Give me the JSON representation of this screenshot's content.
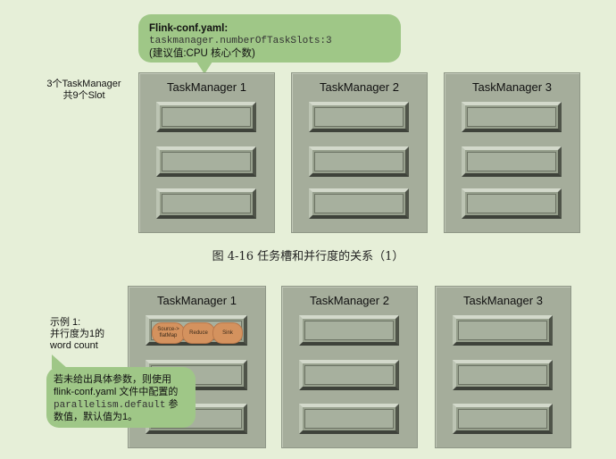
{
  "top_callout": {
    "title": "Flink-conf.yaml:",
    "code": "taskmanager.numberOfTaskSlots:3",
    "note": "(建议值:CPU 核心个数)"
  },
  "top_side_label": [
    "3个TaskManager",
    "共9个Slot"
  ],
  "top_task_managers": [
    {
      "title": "TaskManager 1"
    },
    {
      "title": "TaskManager 2"
    },
    {
      "title": "TaskManager 3"
    }
  ],
  "caption": "图 4-16  任务槽和并行度的关系（1）",
  "bottom_side_label": [
    "示例 1:",
    "并行度为1的",
    "word count"
  ],
  "bottom_task_managers": [
    {
      "title": "TaskManager 1"
    },
    {
      "title": "TaskManager 2"
    },
    {
      "title": "TaskManager 3"
    }
  ],
  "operators": [
    "Source->\nflatMap",
    "Reduce",
    "Sink"
  ],
  "bottom_callout": {
    "line1": "若未给出具体参数，则使用",
    "line2": "flink-conf.yaml 文件中配置的",
    "code": "parallelism.default",
    "line3_suffix": " 参",
    "line4": "数值，默认值为1。"
  },
  "colors": {
    "background": "#e6efd8",
    "callout": "#9fc787",
    "task_manager": "#a5ad9b",
    "operator": "#d4925e"
  }
}
